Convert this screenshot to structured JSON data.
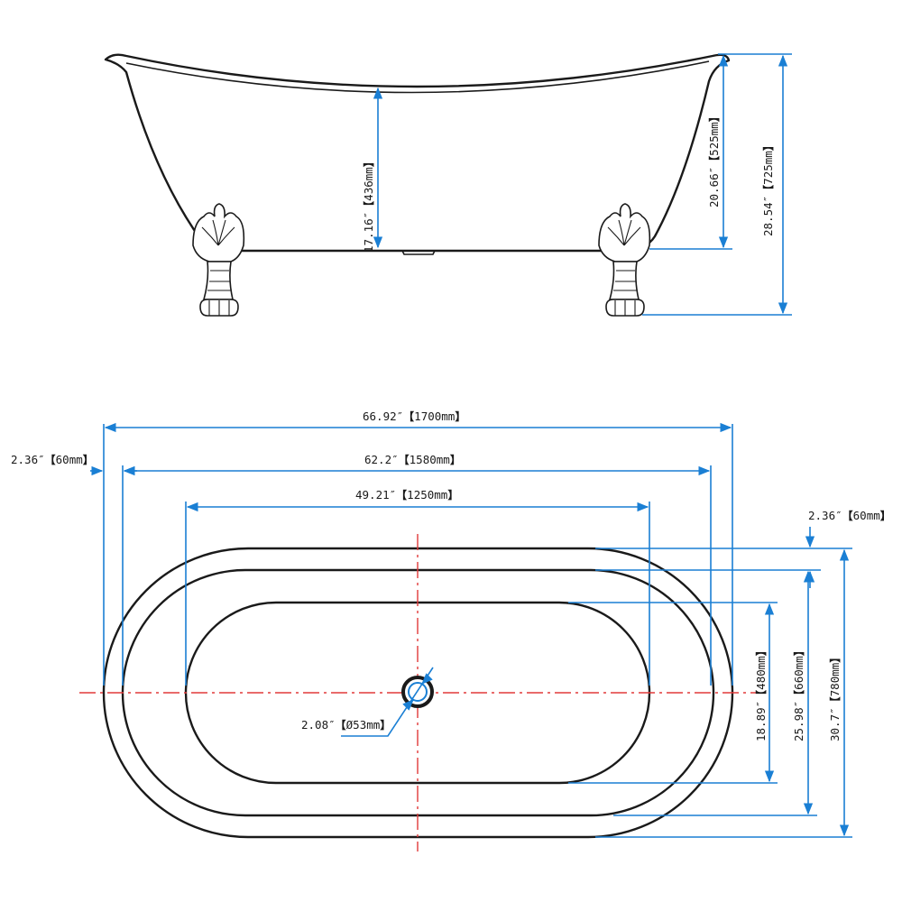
{
  "side_view": {
    "dimensions": {
      "inner_depth": {
        "inch": "17.16″",
        "mm": "436mm"
      },
      "bottom_to_rim": {
        "inch": "20.66″",
        "mm": "525mm"
      },
      "overall_height": {
        "inch": "28.54″",
        "mm": "725mm"
      }
    }
  },
  "top_view": {
    "dimensions": {
      "overall_length": {
        "inch": "66.92″",
        "mm": "1700mm"
      },
      "inner_rim_length": {
        "inch": "62.2″",
        "mm": "1580mm"
      },
      "basin_length": {
        "inch": "49.21″",
        "mm": "1250mm"
      },
      "rim_offset_left": {
        "inch": "2.36″",
        "mm": "60mm"
      },
      "rim_offset_right": {
        "inch": "2.36″",
        "mm": "60mm"
      },
      "drain_diameter": {
        "inch": "2.08″",
        "mm": "Ø53mm"
      },
      "basin_width": {
        "inch": "18.89″",
        "mm": "480mm"
      },
      "inner_rim_width": {
        "inch": "25.98″",
        "mm": "660mm"
      },
      "overall_width": {
        "inch": "30.7″",
        "mm": "780mm"
      }
    }
  },
  "colors": {
    "outline": "#1a1a1a",
    "dimension_line": "#1a7fd4",
    "center_line": "#e23a3a"
  },
  "brackets": {
    "open": "【",
    "close": "】"
  }
}
